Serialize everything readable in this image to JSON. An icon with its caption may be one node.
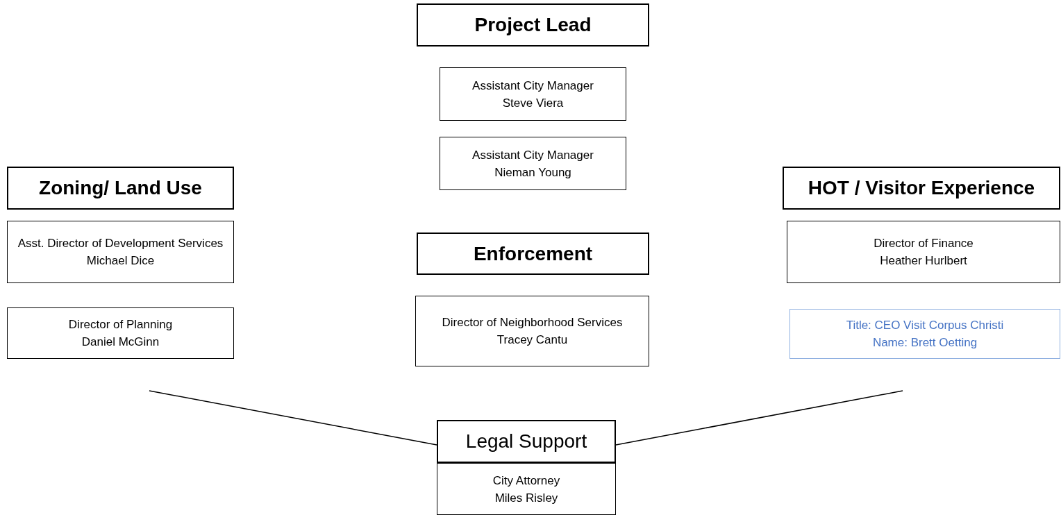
{
  "diagram": {
    "nodes": [
      {
        "text": [
          "Project Lead"
        ]
      },
      {
        "text": [
          "Assistant City Manager",
          "Steve Viera"
        ]
      },
      {
        "text": [
          "Assistant City Manager",
          "Nieman Young"
        ]
      },
      {
        "text": [
          "Zoning/ Land Use"
        ]
      },
      {
        "text": [
          "HOT / Visitor Experience"
        ]
      },
      {
        "text": [
          "Asst. Director of Development Services",
          "Michael Dice"
        ]
      },
      {
        "text": [
          "Enforcement"
        ]
      },
      {
        "text": [
          "Director of Finance",
          "Heather Hurlbert"
        ]
      },
      {
        "text": [
          "Director of Planning",
          "Daniel McGinn"
        ]
      },
      {
        "text": [
          "Director of Neighborhood Services",
          "Tracey Cantu"
        ]
      },
      {
        "text": [
          "Title: CEO Visit Corpus Christi",
          "Name: Brett Oetting"
        ]
      },
      {
        "text": [
          "Legal Support"
        ]
      },
      {
        "text": [
          "City Attorney",
          "Miles Risley"
        ]
      }
    ],
    "edges": [
      {
        "from": null,
        "to": 11,
        "arrow": "none"
      },
      {
        "from": null,
        "to": 11,
        "arrow": "none"
      }
    ]
  }
}
